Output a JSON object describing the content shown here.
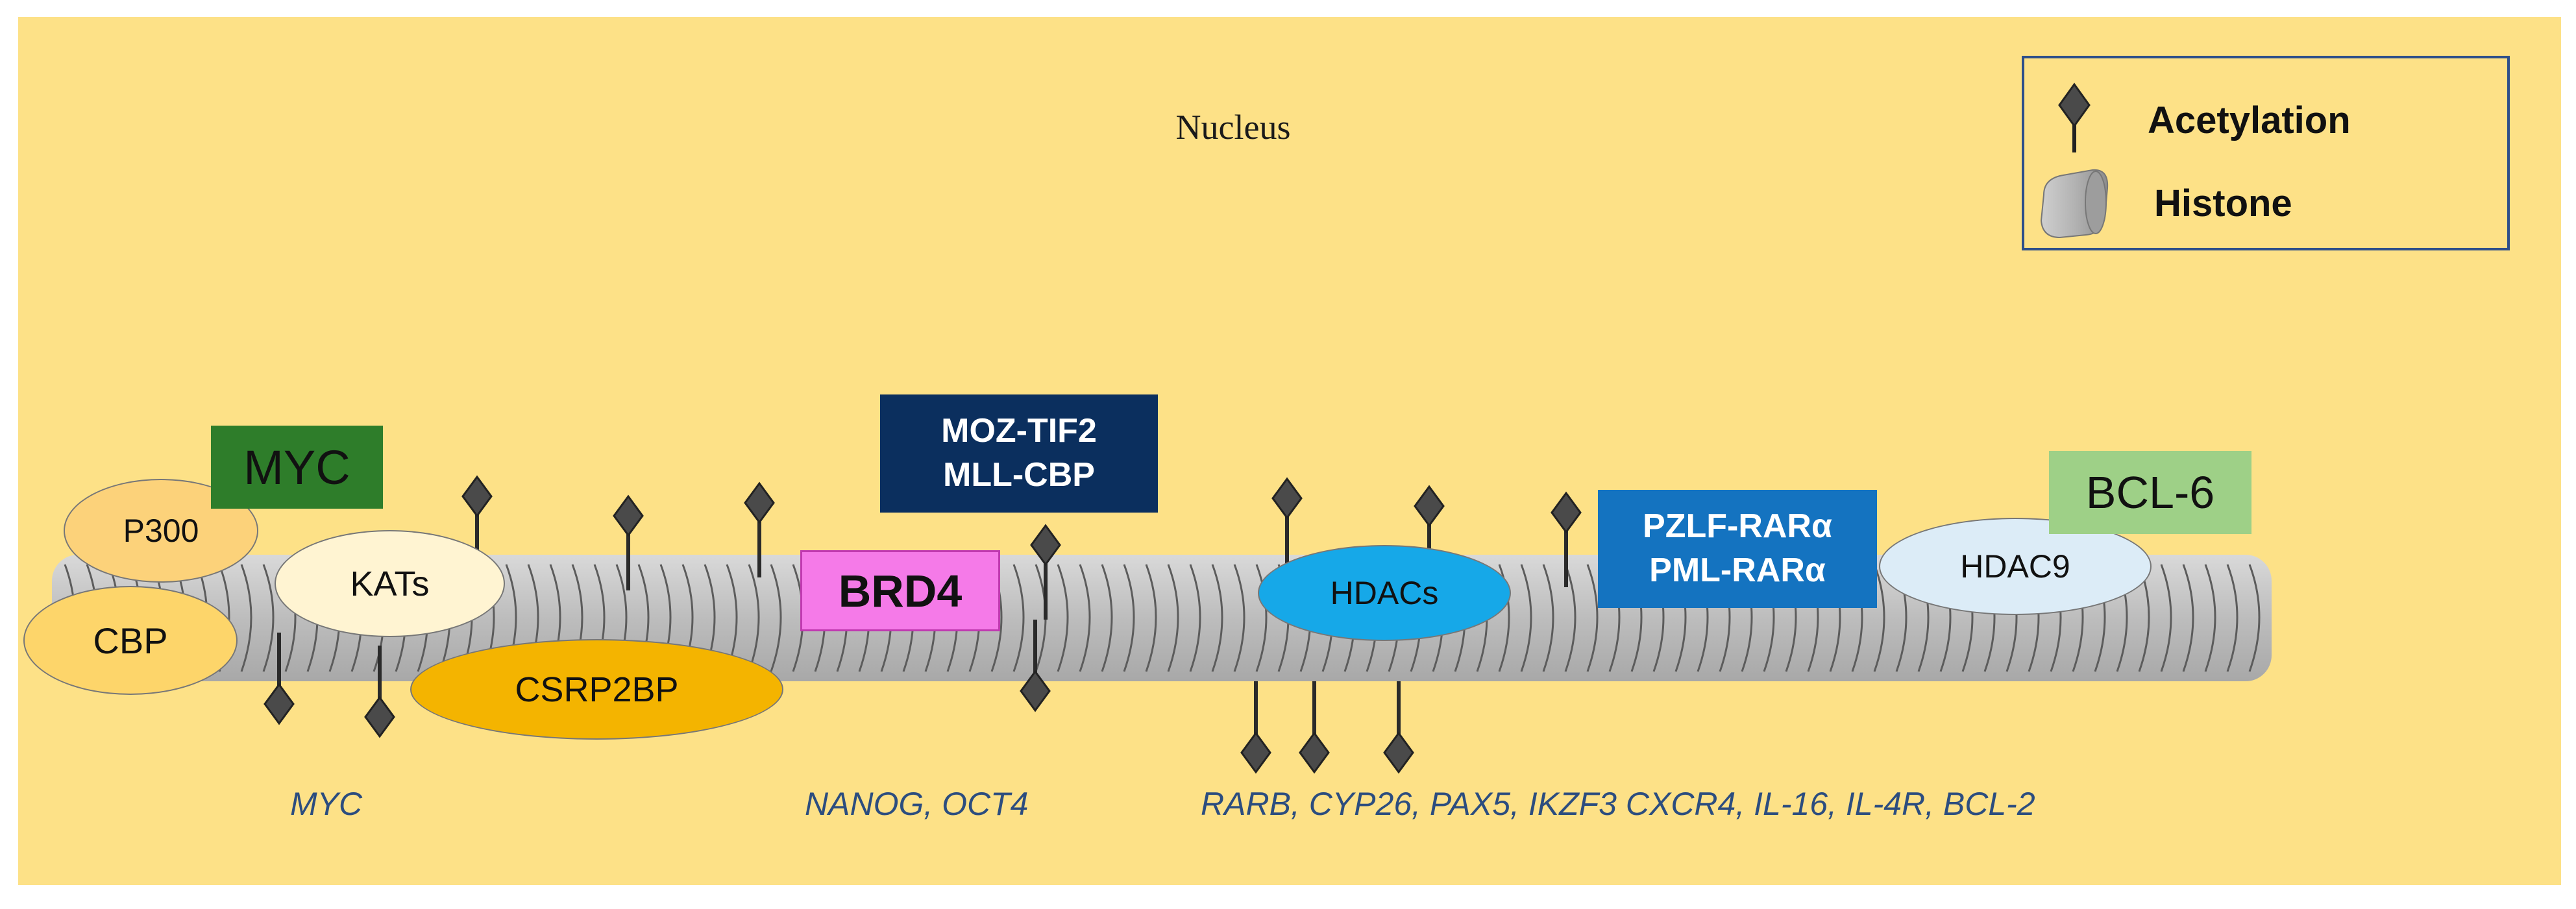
{
  "nucleus": {
    "title": "Nucleus"
  },
  "legend": {
    "acetylation": "Acetylation",
    "histone": "Histone"
  },
  "proteins": {
    "myc": "MYC",
    "p300": "P300",
    "cbp": "CBP",
    "kats": "KATs",
    "csrp2bp": "CSRP2BP",
    "brd4": "BRD4",
    "moz_tif2": "MOZ-TIF2",
    "mll_cbp": "MLL-CBP",
    "hdacs": "HDACs",
    "pzlf_rara": "PZLF-RARα",
    "pml_rara": "PML-RARα",
    "hdac9": "HDAC9",
    "bcl6": "BCL-6"
  },
  "genes": {
    "group1": "MYC",
    "group2": "NANOG, OCT4",
    "group3": "RARB, CYP26, PAX5, IKZF3 CXCR4, IL-16, IL-4R, BCL-2"
  },
  "colors": {
    "nucleus_bg": "#fde187",
    "myc_box": "#2e7d2a",
    "brd4_box": "#f57ae8",
    "moz_box": "#0b2f5e",
    "pzlf_box": "#1473c0",
    "bcl6_box": "#9ed087",
    "hdacs_oval": "#16a8e8",
    "hdac9_oval": "#dcecf7",
    "csrp2bp_oval": "#f4b400",
    "cbp_oval": "#fdd56a",
    "p300_oval": "#fcd27a",
    "kats_oval": "#fff4d2",
    "gene_text": "#2c4d7f"
  },
  "icons": {
    "acetylation": "diamond-pin-icon",
    "histone": "histone-cylinder-icon"
  }
}
